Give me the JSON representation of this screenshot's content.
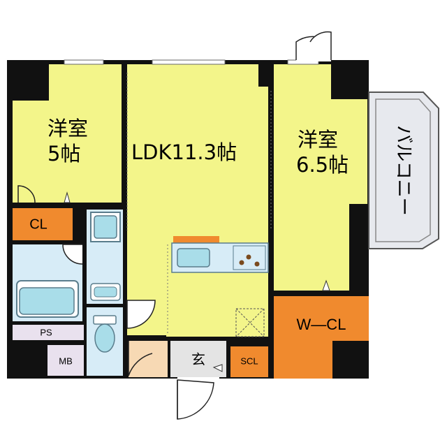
{
  "rooms": {
    "western_room_5": {
      "name": "洋室",
      "size": "5帖"
    },
    "ldk": {
      "label": "LDK11.3帖"
    },
    "western_room_65": {
      "name": "洋室",
      "size": "6.5帖"
    },
    "balcony": {
      "label": "バルコニー"
    },
    "closet": {
      "label": "CL"
    },
    "walk_in_closet": {
      "label": "W―CL"
    },
    "shoe_closet": {
      "label": "SCL"
    },
    "entrance": {
      "label": "玄"
    },
    "pipe_space": {
      "label": "PS"
    },
    "meter_box": {
      "label": "MB"
    }
  },
  "colors": {
    "room_fill": "#f3f58a",
    "closet_fill": "#f08a2e",
    "wet_fill": "#d7ecf7",
    "fixture_fill": "#a9dde9",
    "entrance_fill": "#e4e4e4",
    "genkan_floor": "#f7d9b4",
    "wall": "#111111",
    "balcony_fill": "#e7e9ee"
  }
}
